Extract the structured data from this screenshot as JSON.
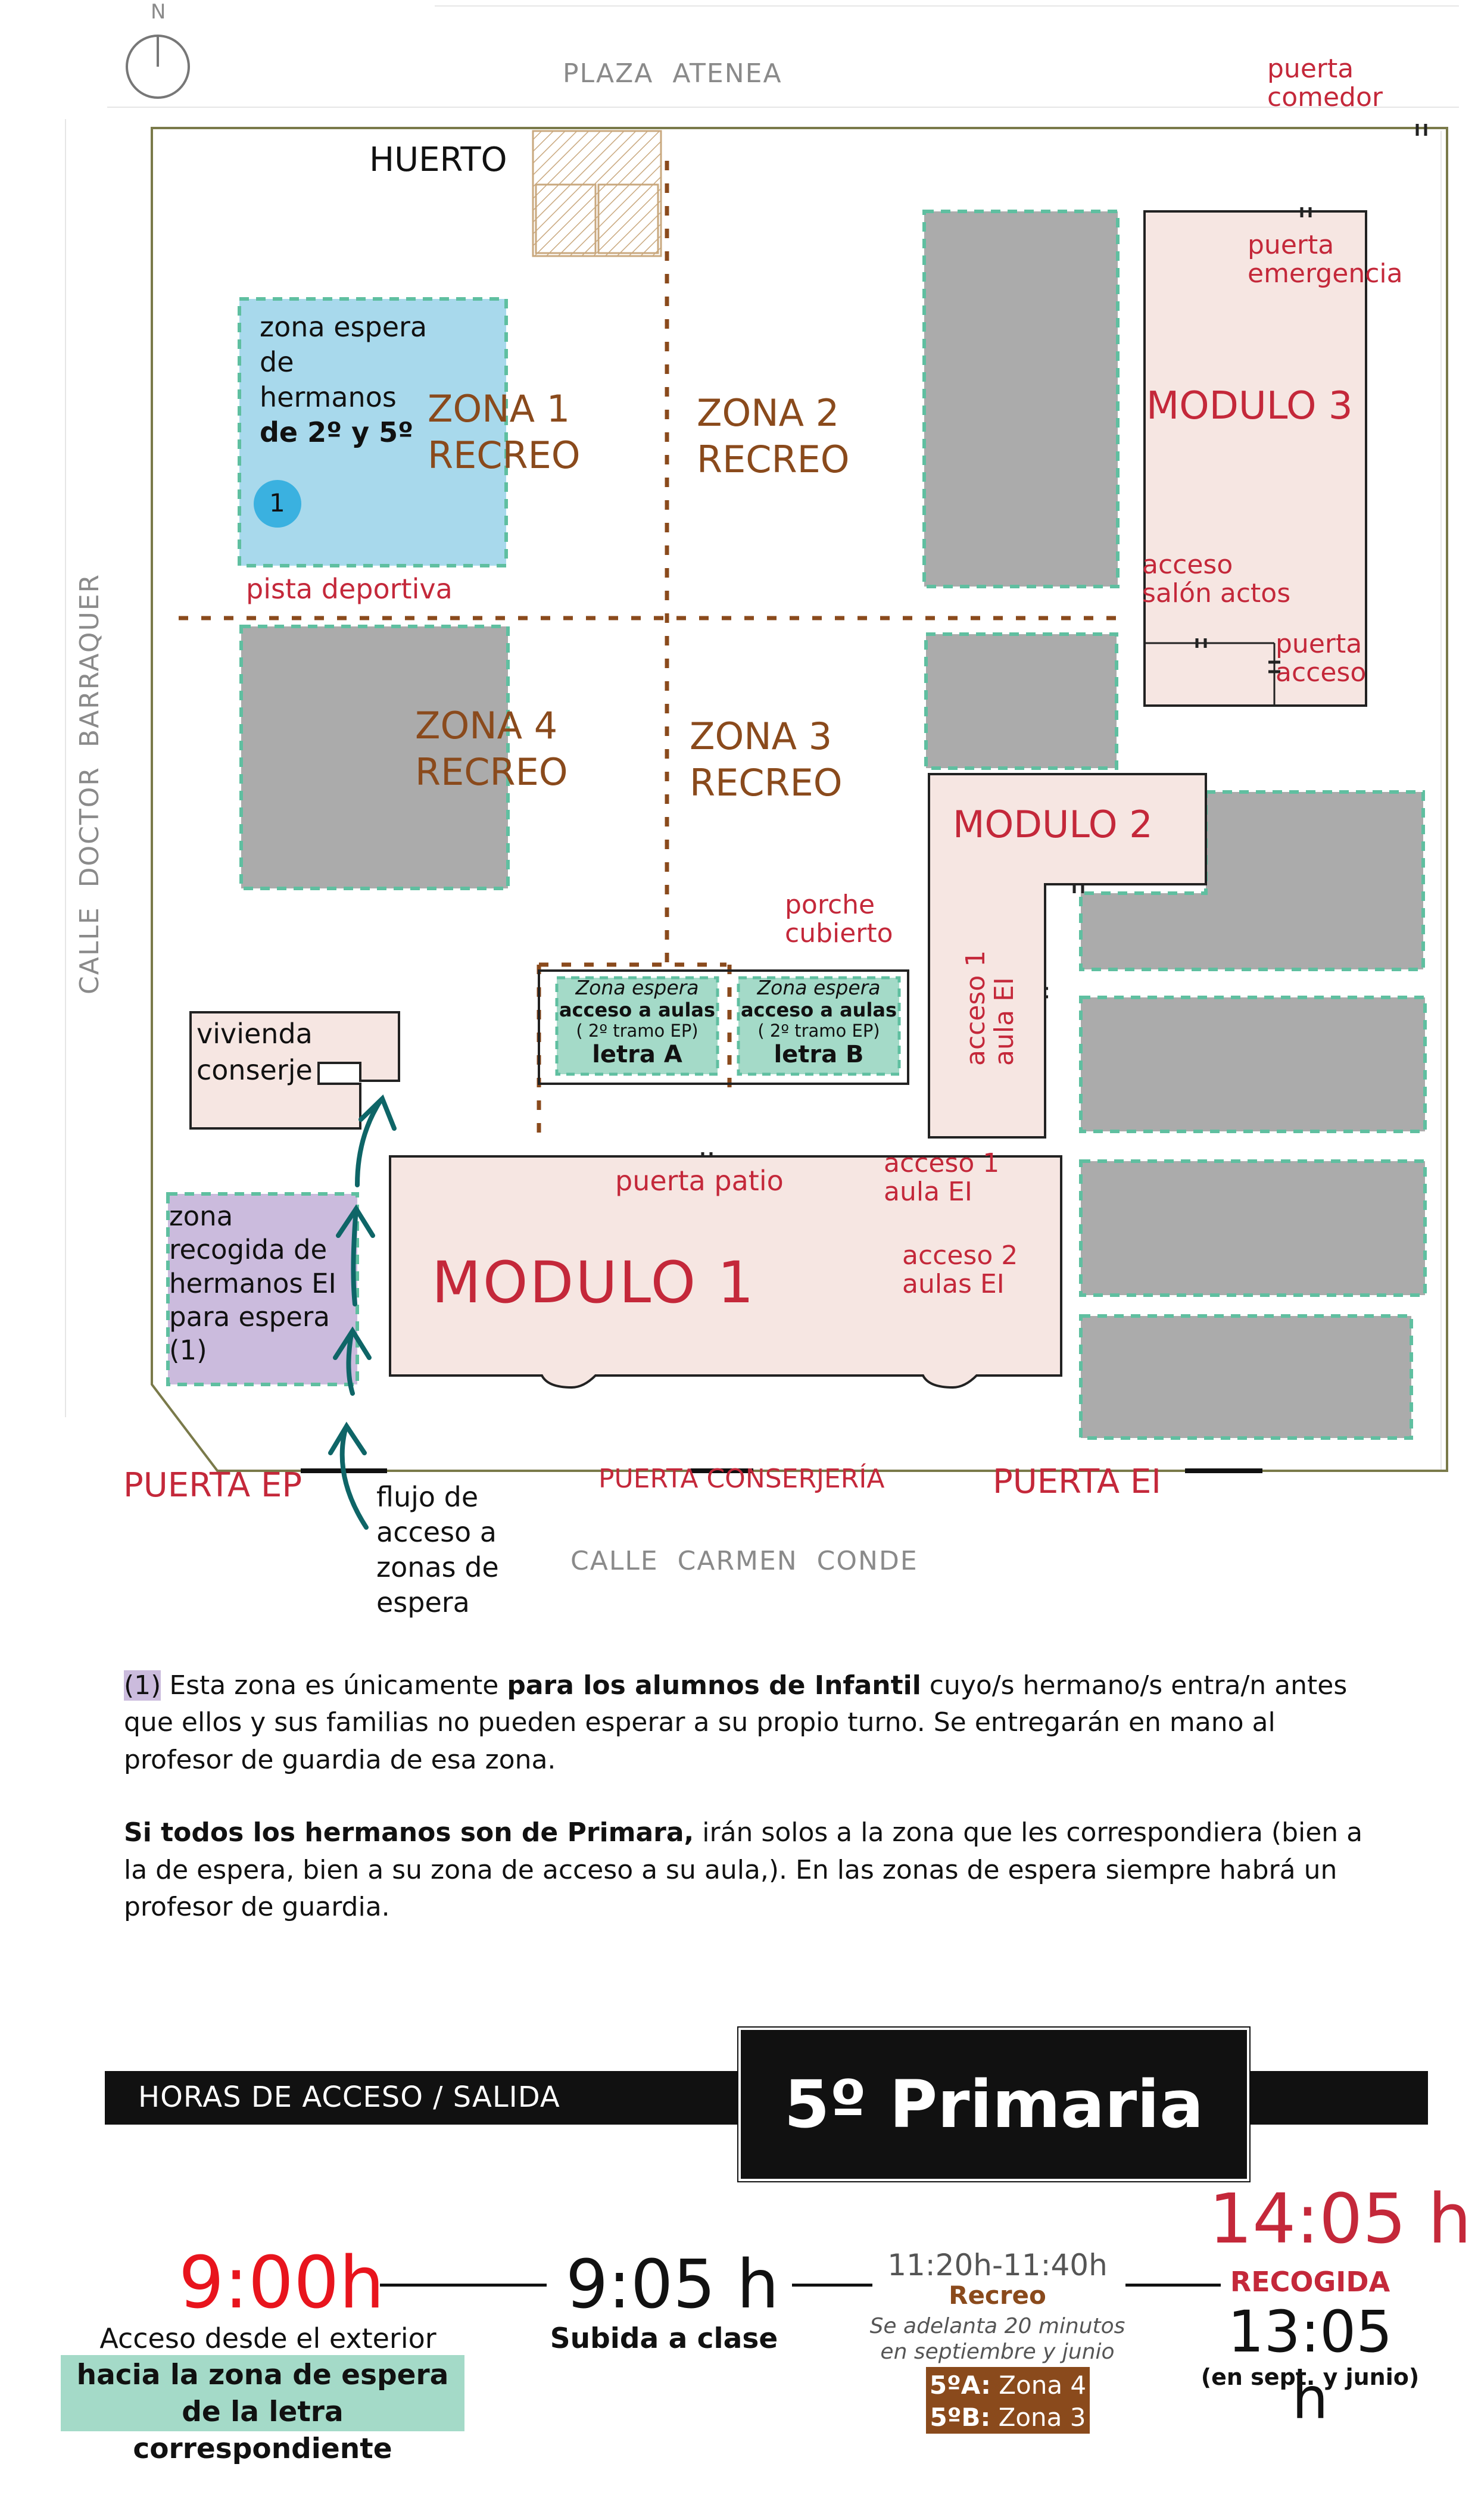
{
  "map": {
    "compass": "N",
    "streets": {
      "north": "PLAZA  ATENEA",
      "west": "CALLE  DOCTOR  BARRAQUER",
      "south": "CALLE  CARMEN  CONDE"
    },
    "huerto": "HUERTO",
    "zones": {
      "z1": [
        "ZONA 1",
        "RECREO"
      ],
      "z2": [
        "ZONA 2",
        "RECREO"
      ],
      "z3": [
        "ZONA 3",
        "RECREO"
      ],
      "z4": [
        "ZONA 4",
        "RECREO"
      ]
    },
    "sibling_wait": {
      "lines": [
        "zona espera",
        "de",
        "hermanos"
      ],
      "bold": "de 2º y 5º",
      "badge": "1"
    },
    "pista": "pista deportiva",
    "modules": {
      "m1": "MODULO 1",
      "m2": "MODULO 2",
      "m3": "MODULO 3"
    },
    "doors": {
      "comedor": [
        "puerta",
        "comedor"
      ],
      "emergencia": [
        "puerta",
        "emergencia"
      ],
      "salon": [
        "acceso",
        "salón actos"
      ],
      "acceso": [
        "puerta",
        "acceso"
      ],
      "porche": [
        "porche",
        "cubierto"
      ],
      "m2_acceso": [
        "acceso 1",
        "aula EI"
      ],
      "patio": "puerta patio",
      "m1_acceso1": [
        "acceso 1",
        "aula EI"
      ],
      "m1_acceso2": [
        "acceso 2",
        "aulas EI"
      ],
      "puerta_ep": "PUERTA EP",
      "puerta_conserjeria": "PUERTA CONSERJERÍA",
      "puerta_ei": "PUERTA EI"
    },
    "wait_a": {
      "l1": "Zona espera",
      "l2": "acceso a aulas",
      "l3": "( 2º tramo EP)",
      "l4": "letra A"
    },
    "wait_b": {
      "l1": "Zona espera",
      "l2": "acceso a aulas",
      "l3": "( 2º tramo EP)",
      "l4": "letra B"
    },
    "vivienda": [
      "vivienda",
      "conserje"
    ],
    "recogida": [
      "zona",
      "recogida de",
      "hermanos EI",
      "para espera",
      "(1)"
    ],
    "flujo": [
      "flujo de",
      "acceso a",
      "zonas de",
      "espera"
    ]
  },
  "note": {
    "p1_tag": "(1)",
    "p1_a": " Esta zona es únicamente ",
    "p1_bold": "para los alumnos de Infantil",
    "p1_b": " cuyo/s hermano/s entra/n antes que ellos y sus familias no pueden esperar a su propio turno. Se entregarán en mano al profesor de guardia de esa zona.",
    "p2_bold": "Si todos los hermanos son de Primara,",
    "p2_rest": " irán solos a la zona que les correspondiera (bien a la de espera, bien a su zona de acceso a su aula,). En las zonas de espera siempre habrá un profesor de guardia."
  },
  "schedule": {
    "bar_label": "HORAS DE ACCESO / SALIDA",
    "grade": "5º Primaria",
    "t1": {
      "time": "9:00h",
      "desc": "Acceso desde el exterior",
      "hl1": "hacia la zona de espera",
      "hl2": "de la letra correspondiente"
    },
    "t2": {
      "time": "9:05 h",
      "desc": "Subida a clase"
    },
    "t3": {
      "time": "11:20h-11:40h",
      "title": "Recreo",
      "note1": "Se adelanta 20 minutos",
      "note2": "en septiembre y junio",
      "g1_label": "5ºA:",
      "g1_zone": " Zona 4",
      "g2_label": "5ºB:",
      "g2_zone": " Zona 3"
    },
    "t4": {
      "time": "14:05 h",
      "label": "RECOGIDA",
      "alt_time": "13:05 h",
      "alt_note": "(en sept. y junio)"
    }
  },
  "colors": {
    "maroon": "#c4283a",
    "brown": "#8a4a1c",
    "grey_block": "#ababab",
    "dash": "#5fbfa0",
    "blue_zone": "#a8d9ec",
    "purple_zone": "#cbbbdd",
    "teal_wait": "#a4dac8",
    "pink_module": "#f6e6e2",
    "arrow": "#0e6567",
    "badge": "#3ab1e0"
  }
}
